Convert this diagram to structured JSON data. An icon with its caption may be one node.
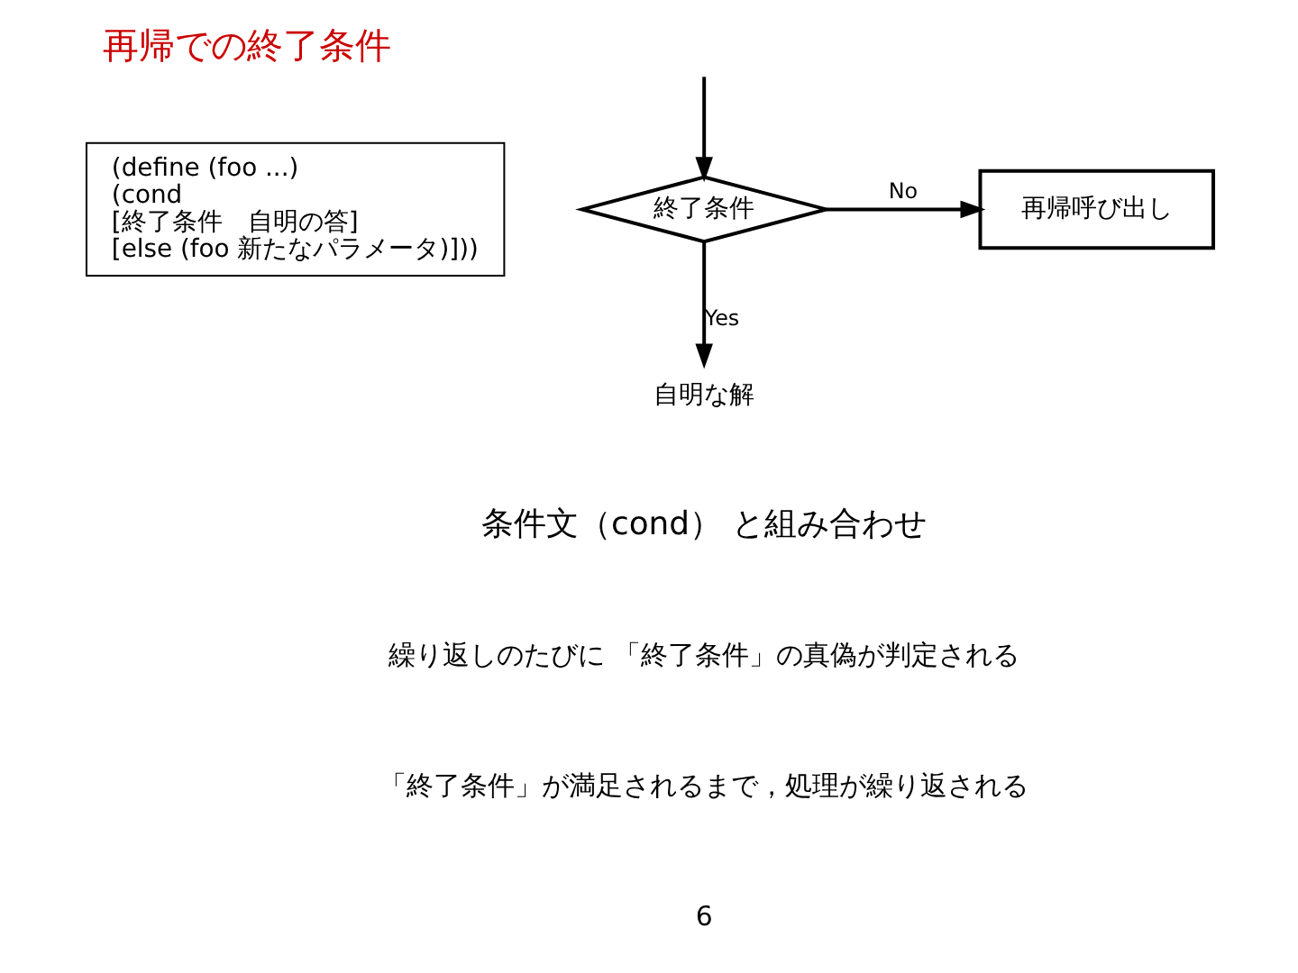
{
  "diagram": {
    "title": "再帰での終了条件",
    "nodes": [
      {
        "text": [
          "(define (foo ...)",
          "(cond",
          "[終了条件　自明の答]",
          "[else (foo 新たなパラメータ)]))"
        ]
      },
      {
        "text": [
          "終了条件"
        ]
      },
      {
        "text": [
          "再帰呼び出し"
        ]
      },
      {
        "text": [
          "自明な解"
        ]
      }
    ],
    "edges": [
      {
        "from": null,
        "to": 1,
        "arrow": "to"
      },
      {
        "from": 1,
        "to": 2,
        "arrow": "to",
        "label": "No"
      },
      {
        "from": 1,
        "to": 3,
        "arrow": "to",
        "label": "Yes"
      }
    ],
    "labels": [
      "条件文（cond） と組み合わせ",
      "繰り返しのたびに 「終了条件」の真偽が判定される",
      "「終了条件」が満足されるまで，処理が繰り返される",
      "6"
    ]
  }
}
